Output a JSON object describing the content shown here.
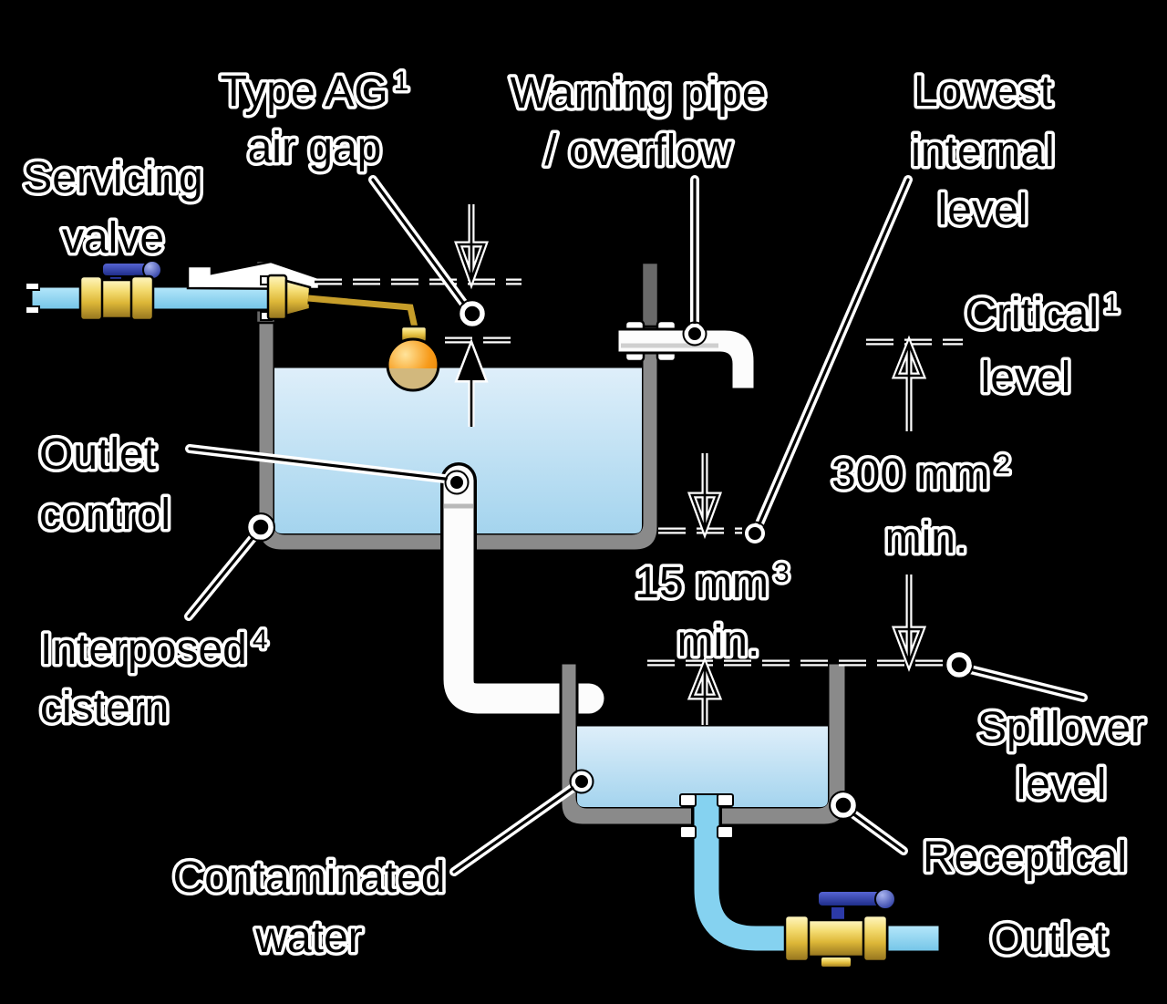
{
  "labels": {
    "servicing_valve": {
      "line1": "Servicing",
      "line2": "valve"
    },
    "type_ag_air_gap": {
      "line1": "Type AG",
      "sup": "1",
      "line2": "air gap"
    },
    "warning_pipe": {
      "line1": "Warning pipe",
      "line2": "/ overflow"
    },
    "lowest_internal_level": {
      "line1": "Lowest",
      "line2": "internal",
      "line3": "level"
    },
    "critical_level": {
      "line1": "Critical",
      "sup": "1",
      "line2": "level"
    },
    "outlet_control": {
      "line1": "Outlet",
      "line2": "control"
    },
    "interposed_cistern": {
      "line1": "Interposed",
      "sup": "4",
      "line2": "cistern"
    },
    "contaminated_water": {
      "line1": "Contaminated",
      "line2": "water"
    },
    "spillover_level": {
      "line1": "Spillover",
      "line2": "level"
    },
    "receptacle": {
      "line1": "Receptical"
    },
    "outlet": {
      "line1": "Outlet"
    }
  },
  "dimensions": {
    "dim_300mm": {
      "value": "300 mm",
      "sup": "2",
      "line2": "min."
    },
    "dim_15mm": {
      "value": "15 mm",
      "sup": "3",
      "line2": "min."
    }
  },
  "palette": {
    "background": "#000000",
    "tank_gray": "#8a8a8a",
    "bracket_gray": "#696969",
    "water_top": "#dfeffa",
    "water_bottom": "#a4d4ee",
    "pipe_blue": "#85d2f0",
    "brass_yellow": "#e3bc3f",
    "handle_blue": "#2c3aa8",
    "float_orange": "#f7941d",
    "white_pipe": "#ffffff",
    "ink": "#000000",
    "halo": "#ffffff"
  }
}
